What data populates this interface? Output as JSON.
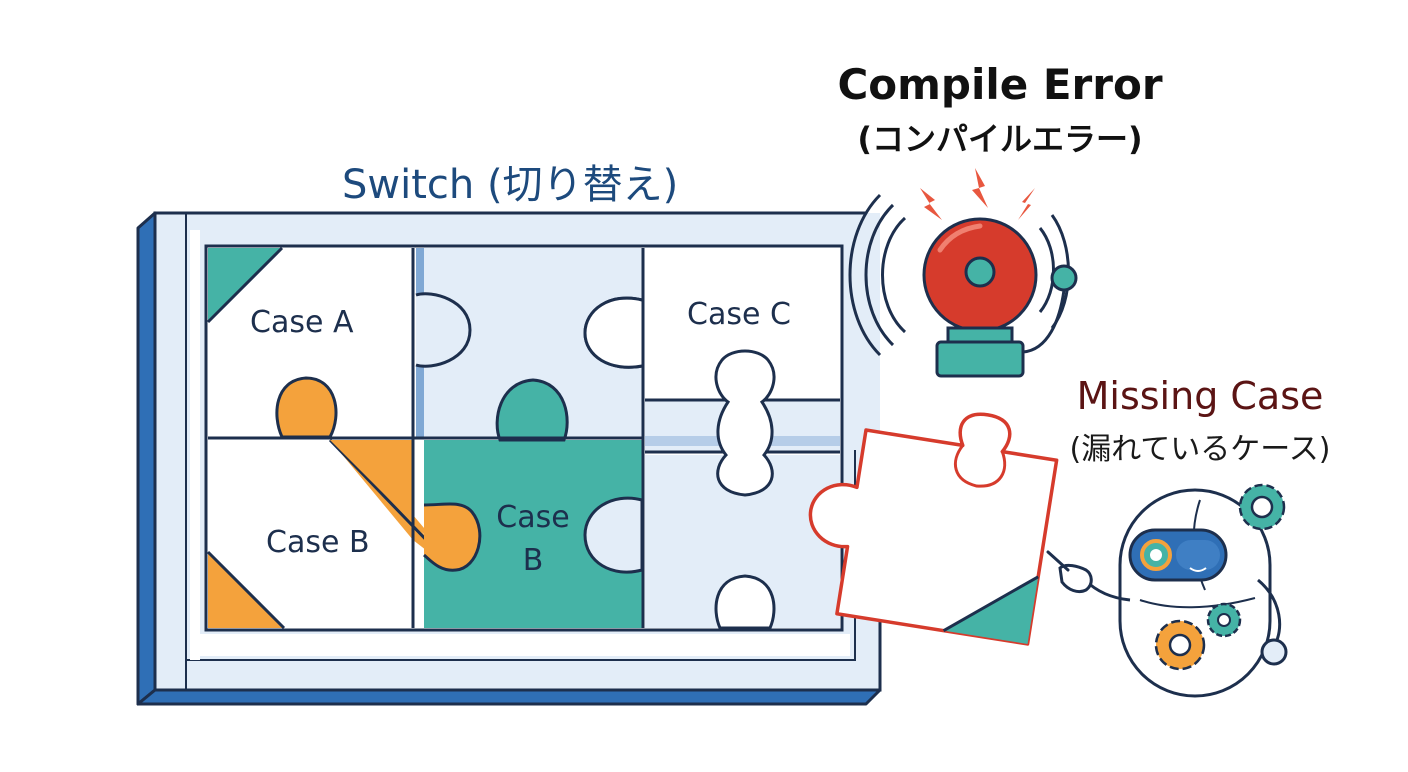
{
  "switch_label": "Switch (切り替え)",
  "error": {
    "title": "Compile Error",
    "subtitle": "(コンパイルエラー)"
  },
  "missing": {
    "title": "Missing Case",
    "subtitle": "(漏れているケース)"
  },
  "cases": {
    "a": "Case A",
    "b": "Case B",
    "b_teal_line1": "Case",
    "b_teal_line2": "B",
    "c": "Case C"
  },
  "icons": [
    "alarm-bell-icon",
    "robot-icon",
    "gear-icon",
    "lightning-icon",
    "pointing-hand-icon"
  ],
  "colors": {
    "navy": "#1d2f4d",
    "frame_blue": "#2f6fb6",
    "light_blue": "#e3edf8",
    "teal": "#45b3a6",
    "orange": "#f4a23c",
    "red": "#d63b2c",
    "white": "#ffffff"
  }
}
